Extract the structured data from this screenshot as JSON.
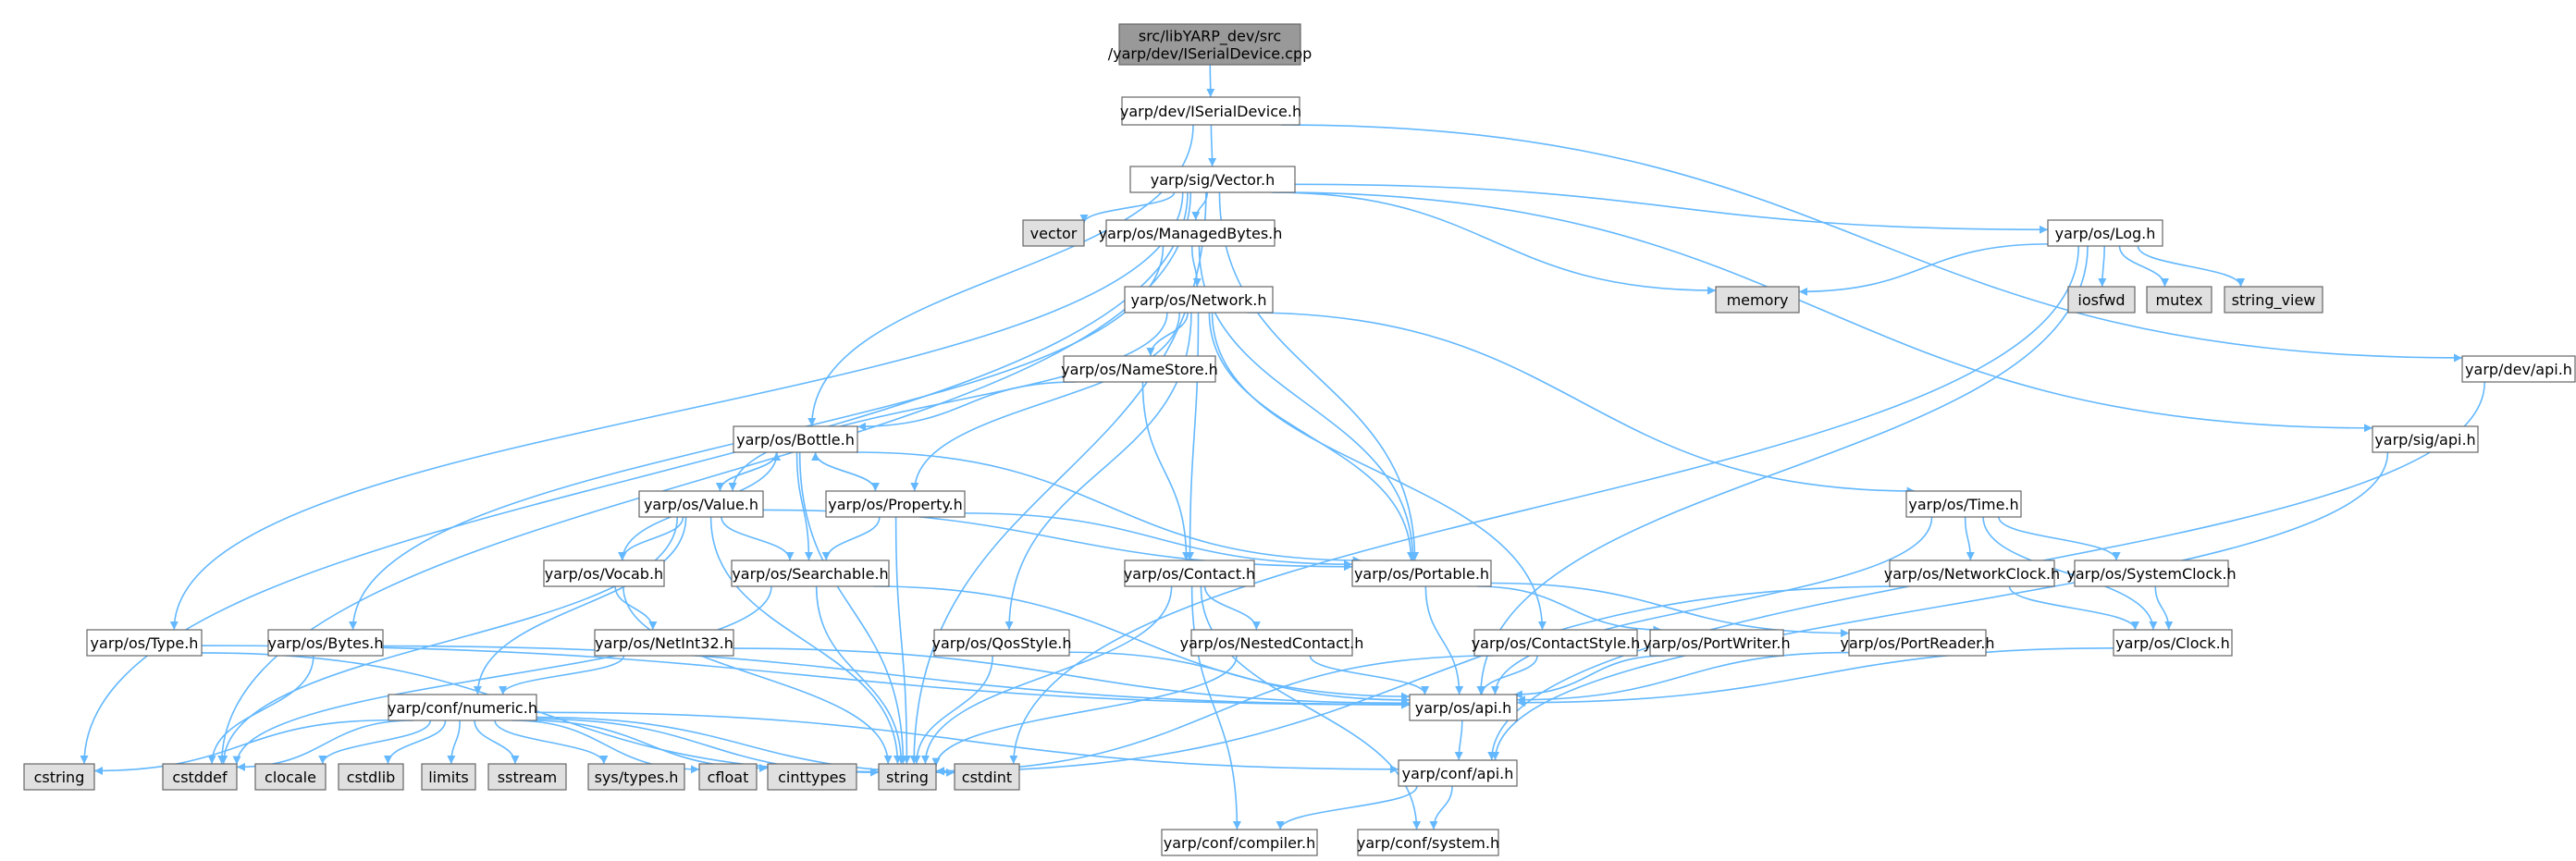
{
  "diagram": {
    "type": "include-dependency-graph",
    "colors": {
      "edge": "#63b8ff",
      "root_fill": "#999999",
      "header_fill": "#ffffff",
      "system_fill": "#e0e0e0",
      "border": "#666666"
    },
    "nodes": [
      {
        "id": "root",
        "label": "src/libYARP_dev/src\n/yarp/dev/ISerialDevice.cpp",
        "kind": "root"
      },
      {
        "id": "iserial",
        "label": "yarp/dev/ISerialDevice.h",
        "kind": "header"
      },
      {
        "id": "vector_h",
        "label": "yarp/sig/Vector.h",
        "kind": "header"
      },
      {
        "id": "vector",
        "label": "vector",
        "kind": "system"
      },
      {
        "id": "managed",
        "label": "yarp/os/ManagedBytes.h",
        "kind": "header"
      },
      {
        "id": "log",
        "label": "yarp/os/Log.h",
        "kind": "header"
      },
      {
        "id": "memory",
        "label": "memory",
        "kind": "system"
      },
      {
        "id": "iosfwd",
        "label": "iosfwd",
        "kind": "system"
      },
      {
        "id": "mutex",
        "label": "mutex",
        "kind": "system"
      },
      {
        "id": "string_view",
        "label": "string_view",
        "kind": "system"
      },
      {
        "id": "devapi",
        "label": "yarp/dev/api.h",
        "kind": "header"
      },
      {
        "id": "sigapi",
        "label": "yarp/sig/api.h",
        "kind": "header"
      },
      {
        "id": "network",
        "label": "yarp/os/Network.h",
        "kind": "header"
      },
      {
        "id": "namestore",
        "label": "yarp/os/NameStore.h",
        "kind": "header"
      },
      {
        "id": "bottle",
        "label": "yarp/os/Bottle.h",
        "kind": "header"
      },
      {
        "id": "value",
        "label": "yarp/os/Value.h",
        "kind": "header"
      },
      {
        "id": "property",
        "label": "yarp/os/Property.h",
        "kind": "header"
      },
      {
        "id": "vocab",
        "label": "yarp/os/Vocab.h",
        "kind": "header"
      },
      {
        "id": "searchable",
        "label": "yarp/os/Searchable.h",
        "kind": "header"
      },
      {
        "id": "portable",
        "label": "yarp/os/Portable.h",
        "kind": "header"
      },
      {
        "id": "time",
        "label": "yarp/os/Time.h",
        "kind": "header"
      },
      {
        "id": "netclock",
        "label": "yarp/os/NetworkClock.h",
        "kind": "header"
      },
      {
        "id": "sysclock",
        "label": "yarp/os/SystemClock.h",
        "kind": "header"
      },
      {
        "id": "clock",
        "label": "yarp/os/Clock.h",
        "kind": "header"
      },
      {
        "id": "contact",
        "label": "yarp/os/Contact.h",
        "kind": "header"
      },
      {
        "id": "type",
        "label": "yarp/os/Type.h",
        "kind": "header"
      },
      {
        "id": "bytes",
        "label": "yarp/os/Bytes.h",
        "kind": "header"
      },
      {
        "id": "netint",
        "label": "yarp/os/NetInt32.h",
        "kind": "header"
      },
      {
        "id": "qos",
        "label": "yarp/os/QosStyle.h",
        "kind": "header"
      },
      {
        "id": "nested",
        "label": "yarp/os/NestedContact.h",
        "kind": "header"
      },
      {
        "id": "contactstyle",
        "label": "yarp/os/ContactStyle.h",
        "kind": "header"
      },
      {
        "id": "portwriter",
        "label": "yarp/os/PortWriter.h",
        "kind": "header"
      },
      {
        "id": "portreader",
        "label": "yarp/os/PortReader.h",
        "kind": "header"
      },
      {
        "id": "numeric",
        "label": "yarp/conf/numeric.h",
        "kind": "header"
      },
      {
        "id": "osapi",
        "label": "yarp/os/api.h",
        "kind": "header"
      },
      {
        "id": "confapi",
        "label": "yarp/conf/api.h",
        "kind": "header"
      },
      {
        "id": "compiler",
        "label": "yarp/conf/compiler.h",
        "kind": "header"
      },
      {
        "id": "system",
        "label": "yarp/conf/system.h",
        "kind": "header"
      },
      {
        "id": "cstring",
        "label": "cstring",
        "kind": "system"
      },
      {
        "id": "cstddef",
        "label": "cstddef",
        "kind": "system"
      },
      {
        "id": "clocale",
        "label": "clocale",
        "kind": "system"
      },
      {
        "id": "cstdlib",
        "label": "cstdlib",
        "kind": "system"
      },
      {
        "id": "limits",
        "label": "limits",
        "kind": "system"
      },
      {
        "id": "sstream",
        "label": "sstream",
        "kind": "system"
      },
      {
        "id": "systypes",
        "label": "sys/types.h",
        "kind": "system"
      },
      {
        "id": "cfloat",
        "label": "cfloat",
        "kind": "system"
      },
      {
        "id": "cinttypes",
        "label": "cinttypes",
        "kind": "system"
      },
      {
        "id": "string",
        "label": "string",
        "kind": "system"
      },
      {
        "id": "cstdint",
        "label": "cstdint",
        "kind": "system"
      }
    ],
    "edges": [
      [
        "root",
        "iserial"
      ],
      [
        "iserial",
        "vector_h"
      ],
      [
        "iserial",
        "bottle"
      ],
      [
        "iserial",
        "devapi"
      ],
      [
        "vector_h",
        "cstring"
      ],
      [
        "vector_h",
        "cstddef"
      ],
      [
        "vector_h",
        "type"
      ],
      [
        "vector_h",
        "string"
      ],
      [
        "vector_h",
        "vector"
      ],
      [
        "vector_h",
        "managed"
      ],
      [
        "vector_h",
        "memory"
      ],
      [
        "vector_h",
        "log"
      ],
      [
        "vector_h",
        "portable"
      ],
      [
        "vector_h",
        "sigapi"
      ],
      [
        "managed",
        "bytes"
      ],
      [
        "managed",
        "network"
      ],
      [
        "managed",
        "portable"
      ],
      [
        "log",
        "memory"
      ],
      [
        "log",
        "iosfwd"
      ],
      [
        "log",
        "mutex"
      ],
      [
        "log",
        "string_view"
      ],
      [
        "log",
        "osapi"
      ],
      [
        "log",
        "cstdint"
      ],
      [
        "devapi",
        "confapi"
      ],
      [
        "sigapi",
        "confapi"
      ],
      [
        "network",
        "namestore"
      ],
      [
        "network",
        "value"
      ],
      [
        "network",
        "property"
      ],
      [
        "network",
        "contact"
      ],
      [
        "network",
        "qos"
      ],
      [
        "network",
        "contactstyle"
      ],
      [
        "network",
        "portable"
      ],
      [
        "network",
        "time"
      ],
      [
        "namestore",
        "bottle"
      ],
      [
        "namestore",
        "contact"
      ],
      [
        "bottle",
        "value"
      ],
      [
        "bottle",
        "property"
      ],
      [
        "bottle",
        "vocab"
      ],
      [
        "bottle",
        "searchable"
      ],
      [
        "bottle",
        "portable"
      ],
      [
        "bottle",
        "string"
      ],
      [
        "value",
        "bottle"
      ],
      [
        "value",
        "vocab"
      ],
      [
        "value",
        "searchable"
      ],
      [
        "value",
        "portable"
      ],
      [
        "value",
        "numeric"
      ],
      [
        "value",
        "cstddef"
      ],
      [
        "value",
        "string"
      ],
      [
        "property",
        "bottle"
      ],
      [
        "property",
        "searchable"
      ],
      [
        "property",
        "portable"
      ],
      [
        "property",
        "string"
      ],
      [
        "vocab",
        "netint"
      ],
      [
        "vocab",
        "string"
      ],
      [
        "searchable",
        "osapi"
      ],
      [
        "searchable",
        "string"
      ],
      [
        "searchable",
        "cstddef"
      ],
      [
        "portable",
        "portwriter"
      ],
      [
        "portable",
        "portreader"
      ],
      [
        "portable",
        "osapi"
      ],
      [
        "time",
        "netclock"
      ],
      [
        "time",
        "sysclock"
      ],
      [
        "time",
        "clock"
      ],
      [
        "time",
        "osapi"
      ],
      [
        "netclock",
        "clock"
      ],
      [
        "netclock",
        "string"
      ],
      [
        "sysclock",
        "clock"
      ],
      [
        "clock",
        "osapi"
      ],
      [
        "contact",
        "nested"
      ],
      [
        "contact",
        "string"
      ],
      [
        "contact",
        "compiler"
      ],
      [
        "contact",
        "system"
      ],
      [
        "type",
        "osapi"
      ],
      [
        "type",
        "string"
      ],
      [
        "bytes",
        "cstddef"
      ],
      [
        "bytes",
        "osapi"
      ],
      [
        "netint",
        "numeric"
      ],
      [
        "netint",
        "osapi"
      ],
      [
        "qos",
        "osapi"
      ],
      [
        "qos",
        "string"
      ],
      [
        "nested",
        "osapi"
      ],
      [
        "nested",
        "string"
      ],
      [
        "contactstyle",
        "osapi"
      ],
      [
        "contactstyle",
        "string"
      ],
      [
        "portwriter",
        "osapi"
      ],
      [
        "portreader",
        "osapi"
      ],
      [
        "numeric",
        "cstring"
      ],
      [
        "numeric",
        "cstddef"
      ],
      [
        "numeric",
        "clocale"
      ],
      [
        "numeric",
        "cstdlib"
      ],
      [
        "numeric",
        "limits"
      ],
      [
        "numeric",
        "sstream"
      ],
      [
        "numeric",
        "systypes"
      ],
      [
        "numeric",
        "cfloat"
      ],
      [
        "numeric",
        "cinttypes"
      ],
      [
        "numeric",
        "string"
      ],
      [
        "numeric",
        "cstdint"
      ],
      [
        "numeric",
        "confapi"
      ],
      [
        "osapi",
        "confapi"
      ],
      [
        "confapi",
        "compiler"
      ],
      [
        "confapi",
        "system"
      ]
    ]
  }
}
